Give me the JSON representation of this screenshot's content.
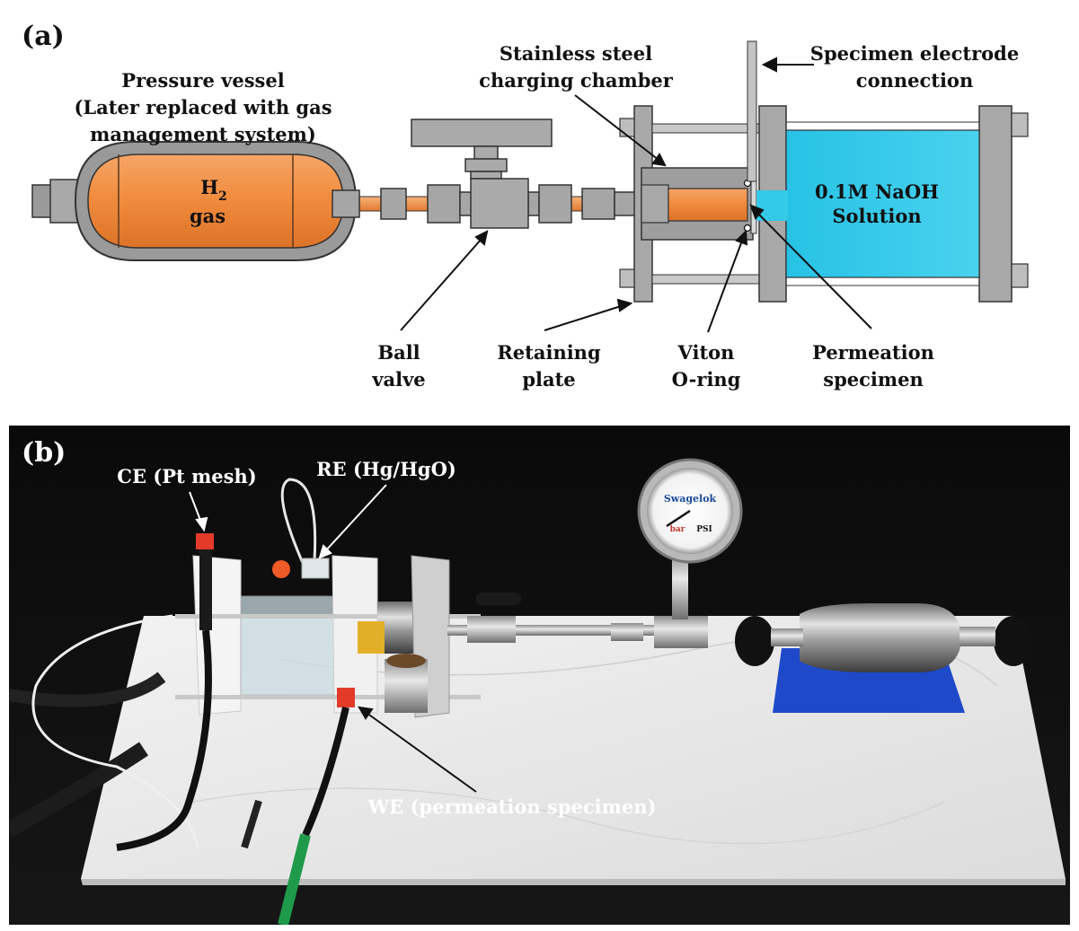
{
  "panel_a": {
    "letter": "(a)",
    "labels": {
      "pressure_vessel": [
        "Pressure vessel",
        "(Later replaced with gas",
        "management system)"
      ],
      "h2": "H",
      "h2_sub": "2",
      "gas": "gas",
      "stainless": [
        "Stainless steel",
        "charging chamber"
      ],
      "electrode": [
        "Specimen electrode",
        "connection"
      ],
      "naoh": [
        "0.1M NaOH",
        "Solution"
      ],
      "ball_valve": [
        "Ball",
        "valve"
      ],
      "retaining": [
        "Retaining",
        "plate"
      ],
      "oring": [
        "Viton",
        "O-ring"
      ],
      "permeation": [
        "Permeation",
        "specimen"
      ]
    }
  },
  "panel_b": {
    "letter": "(b)",
    "labels": {
      "ce": "CE (Pt mesh)",
      "re": "RE (Hg/HgO)",
      "we": "WE (permeation specimen)"
    },
    "gauge": {
      "brand": "Swagelok",
      "units": [
        "bar",
        "PSI"
      ]
    }
  },
  "colors": {
    "copper": "#f08a3c",
    "steel": "#b4b4b4",
    "solution": "#33c9e8",
    "tile": "#e9e9e9",
    "cell_blue": "#1e49c8",
    "clip_red": "#e43a2a"
  }
}
